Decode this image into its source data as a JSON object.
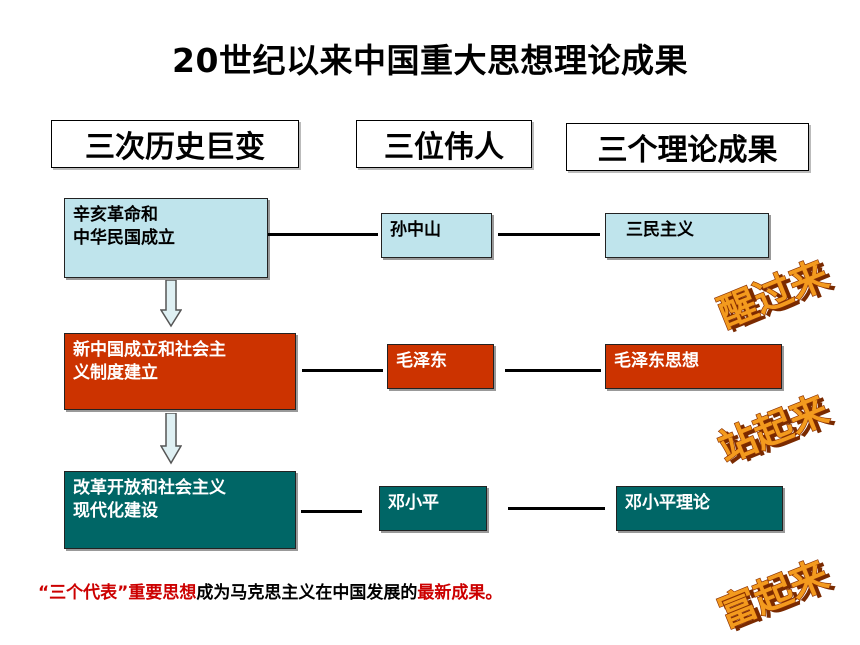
{
  "title": "20世纪以来中国重大思想理论成果",
  "headers": {
    "changes": "三次历史巨变",
    "leaders": "三位伟人",
    "results": "三个理论成果"
  },
  "rows": [
    {
      "change_line1": "辛亥革命和",
      "change_line2": "中华民国成立",
      "leader": "孙中山",
      "result": "三民主义"
    },
    {
      "change_line1": "新中国成立和社会主",
      "change_line2": "义制度建立",
      "leader": "毛泽东",
      "result": "毛泽东思想"
    },
    {
      "change_line1": "改革开放和社会主义",
      "change_line2": "现代化建设",
      "leader": "邓小平",
      "result": "邓小平理论"
    }
  ],
  "stamps": {
    "awake": "醒过来",
    "stand": "站起来",
    "rich": "富起来"
  },
  "footer": {
    "part1": "“三个代表”重要思想",
    "part2": "成为马克思主义在中国发展的",
    "part3": "最新成果。"
  },
  "colors": {
    "row1_fill": "#bfe4ec",
    "row2_fill": "#cc3300",
    "row3_fill": "#006666",
    "highlight_text": "#cc0000",
    "stamp_fill": "#f39a1e"
  }
}
